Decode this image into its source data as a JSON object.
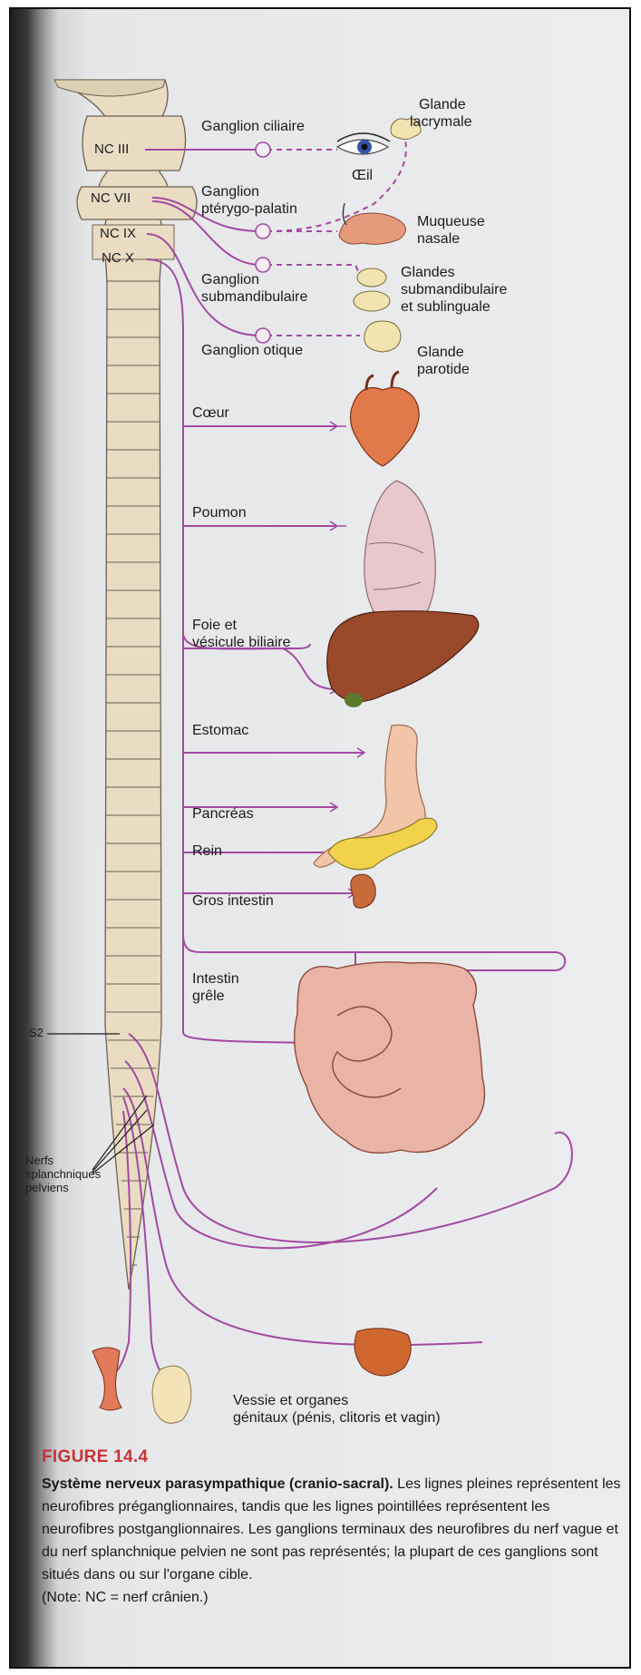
{
  "cranial_nerves": [
    "NC III",
    "NC VII",
    "NC IX",
    "NC X"
  ],
  "spinal_segment": "S2",
  "ganglia": {
    "ciliary": "Ganglion ciliaire",
    "pterygopalatine": [
      "Ganglion",
      "ptérygo-palatin"
    ],
    "submandibular": [
      "Ganglion",
      "submandibulaire"
    ],
    "otic": "Ganglion otique"
  },
  "targets": {
    "lacrimal": [
      "Glande",
      "lacrymale"
    ],
    "eye": "Œil",
    "nasal": [
      "Muqueuse",
      "nasale"
    ],
    "salivary": [
      "Glandes",
      "submandibulaire",
      "et sublinguale"
    ],
    "parotid": [
      "Glande",
      "parotide"
    ],
    "heart": "Cœur",
    "lung": "Poumon",
    "liver": [
      "Foie et",
      "vésicule biliaire"
    ],
    "stomach": "Estomac",
    "pancreas": "Pancréas",
    "kidney": "Rein",
    "large_intestine": "Gros intestin",
    "small_intestine": [
      "Intestin",
      "grêle"
    ],
    "bladder": [
      "Vessie et organes",
      "génitaux (pénis, clitoris et vagin)"
    ]
  },
  "pelvic_nerves": [
    "Nerfs",
    "splanchniques",
    "pelviens"
  ],
  "caption": {
    "figure_label": "FIGURE 14.4",
    "heading": "Système nerveux parasympathique (cranio-sacral).",
    "text": " Les lignes pleines représentent les neurofibres préganglionnaires, tandis que les lignes pointillées représentent les neurofibres postganglionnaires. Les ganglions terminaux des neurofibres du nerf vague et du nerf splanchnique pelvien ne sont pas représentés; la plupart de ces ganglions sont situés dans ou sur l'organe cible.",
    "note": "(Note: NC = nerf crânien.)"
  },
  "colors": {
    "nerve": "#a14aa0",
    "figure_label": "#c7333a",
    "spinal_cord": "#e9dcc3"
  }
}
